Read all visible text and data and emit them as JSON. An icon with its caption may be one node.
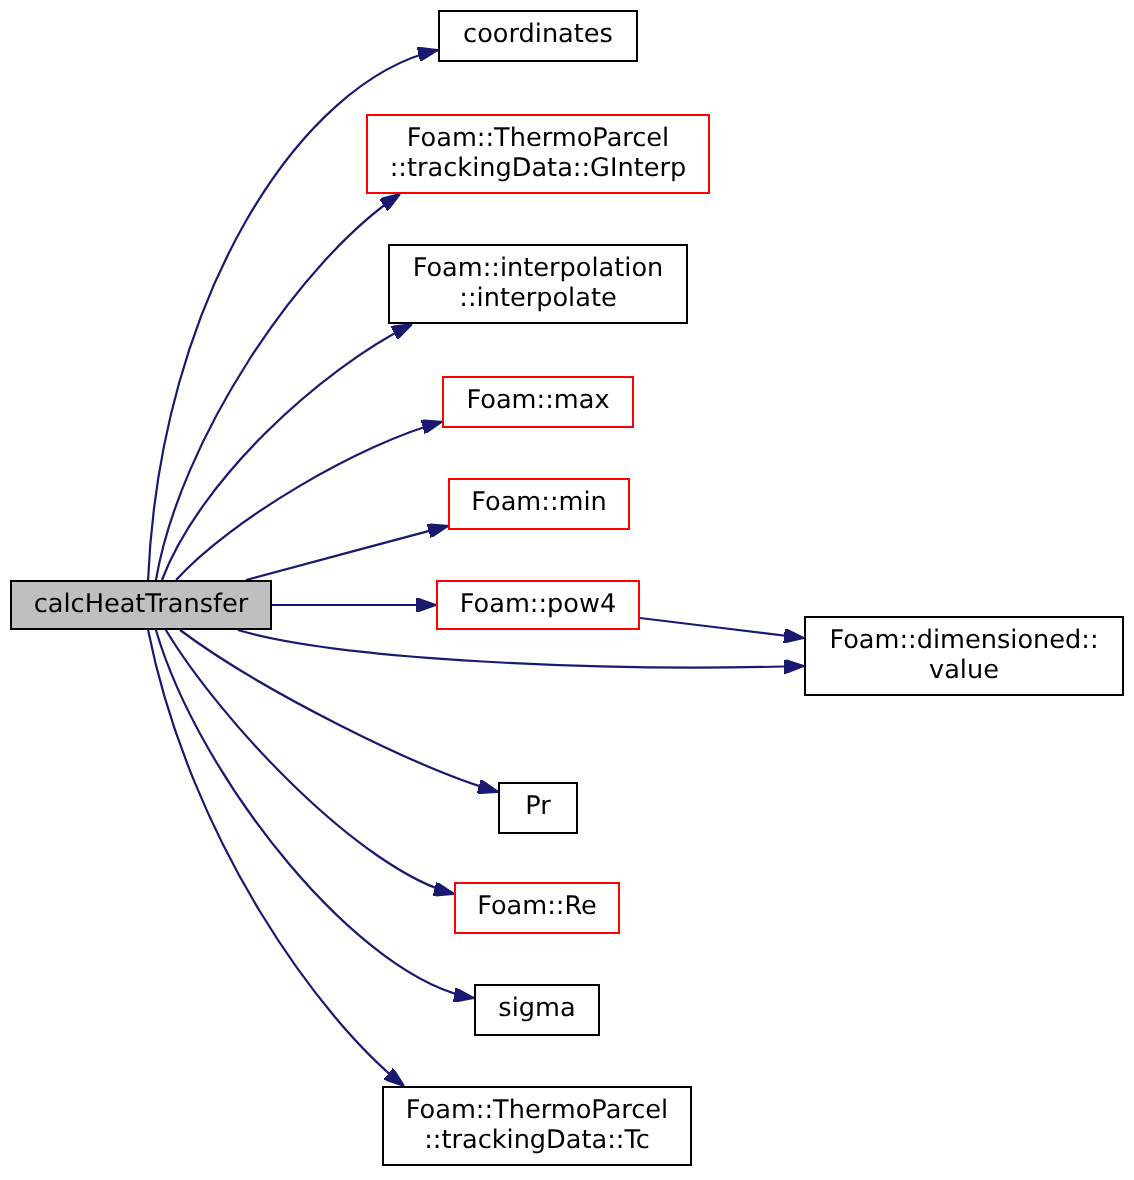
{
  "diagram": {
    "nodes": [
      {
        "text": [
          "calcHeatTransfer"
        ]
      },
      {
        "text": [
          "coordinates"
        ]
      },
      {
        "text": [
          "Foam::ThermoParcel ::trackingData::GInterp"
        ]
      },
      {
        "text": [
          "Foam::interpolation ::interpolate"
        ]
      },
      {
        "text": [
          "Foam::max"
        ]
      },
      {
        "text": [
          "Foam::min"
        ]
      },
      {
        "text": [
          "Foam::pow4"
        ]
      },
      {
        "text": [
          "Foam::dimensioned:: value"
        ]
      },
      {
        "text": [
          "Pr"
        ]
      },
      {
        "text": [
          "Foam::Re"
        ]
      },
      {
        "text": [
          "sigma"
        ]
      },
      {
        "text": [
          "Foam::ThermoParcel ::trackingData::Tc"
        ]
      }
    ],
    "edges": [
      {
        "from": 0,
        "to": 1,
        "arrow": "to"
      },
      {
        "from": 0,
        "to": 2,
        "arrow": "to"
      },
      {
        "from": 0,
        "to": 3,
        "arrow": "to"
      },
      {
        "from": 0,
        "to": 4,
        "arrow": "to"
      },
      {
        "from": 0,
        "to": 5,
        "arrow": "to"
      },
      {
        "from": 0,
        "to": 6,
        "arrow": "to"
      },
      {
        "from": 6,
        "to": 7,
        "arrow": "to"
      },
      {
        "from": 0,
        "to": 7,
        "arrow": "to"
      },
      {
        "from": 0,
        "to": 8,
        "arrow": "to"
      },
      {
        "from": 0,
        "to": 9,
        "arrow": "to"
      },
      {
        "from": 0,
        "to": 10,
        "arrow": "to"
      },
      {
        "from": 0,
        "to": 11,
        "arrow": "to"
      }
    ]
  }
}
